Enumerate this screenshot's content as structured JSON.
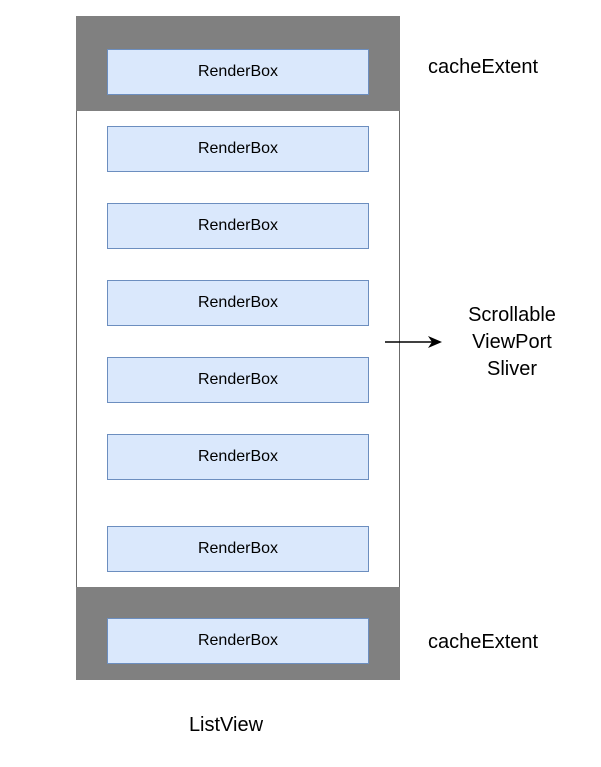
{
  "diagram": {
    "render_boxes": [
      {
        "label": "RenderBox"
      },
      {
        "label": "RenderBox"
      },
      {
        "label": "RenderBox"
      },
      {
        "label": "RenderBox"
      },
      {
        "label": "RenderBox"
      },
      {
        "label": "RenderBox"
      },
      {
        "label": "RenderBox"
      },
      {
        "label": "RenderBox"
      }
    ],
    "cache_top_label": "cacheExtent",
    "cache_bottom_label": "cacheExtent",
    "viewport_label": "Scrollable\nViewPort\nSliver",
    "caption": "ListView",
    "colors": {
      "cache_fill": "#808080",
      "box_fill": "#dae8fc",
      "box_border": "#6c8ebf"
    }
  }
}
